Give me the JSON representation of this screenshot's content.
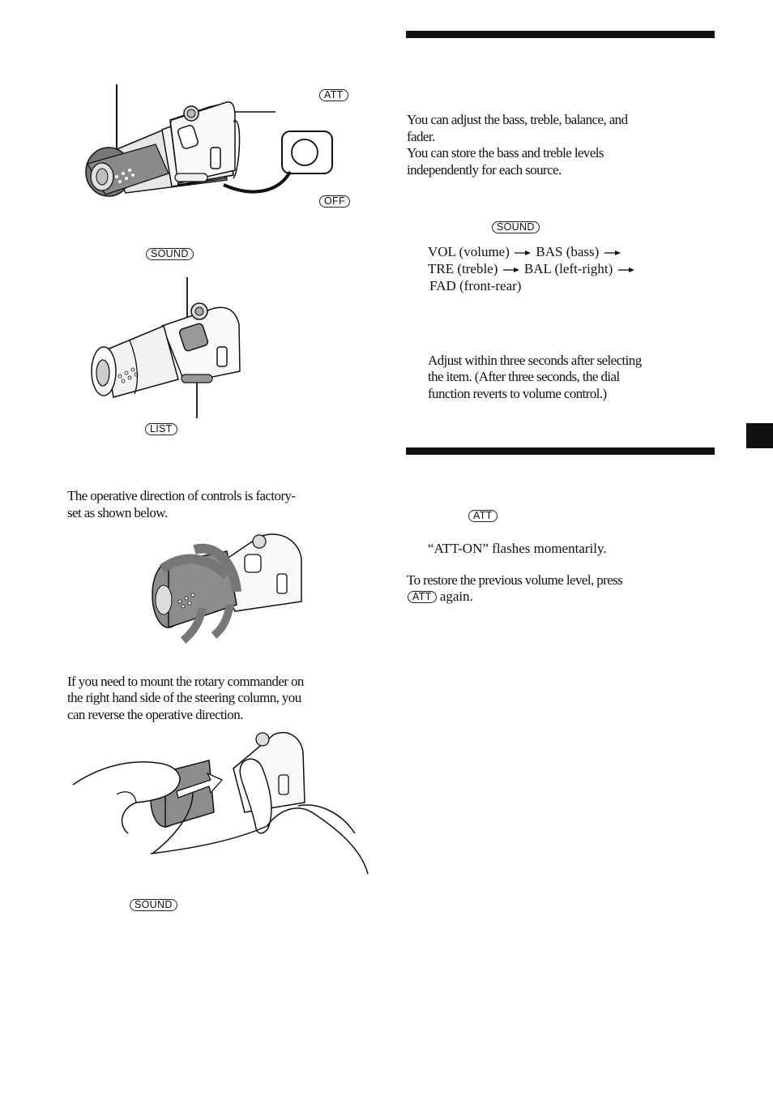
{
  "keys": {
    "att": "ATT",
    "off": "OFF",
    "sound": "SOUND",
    "list": "LIST"
  },
  "left": {
    "direction_intro_1": "The operative direction of controls is factory-",
    "direction_intro_2": "set as shown below.",
    "reverse_1": "If you need to mount the rotary commander on",
    "reverse_2": "the right hand side of the steering column, you",
    "reverse_3": "can reverse the operative direction."
  },
  "right": {
    "adjust_1": "You can adjust the bass, treble, balance, and",
    "adjust_2": "fader.",
    "adjust_3": "You can store the bass and treble levels",
    "adjust_4": "independently for each source.",
    "seq_vol": "VOL (volume)",
    "seq_bas": "BAS (bass)",
    "seq_tre": "TRE (treble)",
    "seq_bal": "BAL (left-right)",
    "seq_fad": "FAD (front-rear)",
    "note_1": "Adjust within three seconds after selecting",
    "note_2": "the item. (After three seconds, the dial",
    "note_3": "function reverts to volume control.)",
    "att_msg": "“ATT-ON” flashes momentarily.",
    "restore_1": "To restore the previous volume level, press",
    "restore_again": "again."
  },
  "icons": {
    "arrow": "right-arrow-icon",
    "commander": "rotary-commander-illustration"
  }
}
